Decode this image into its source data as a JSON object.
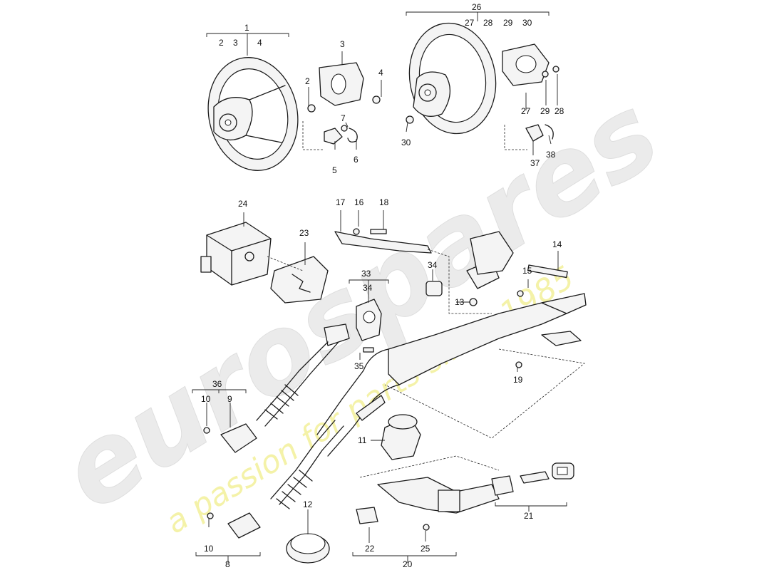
{
  "watermark": {
    "brand": "eurospares",
    "tagline": "a passion for parts since 1985",
    "brand_color": "#e8e8e8",
    "tagline_color": "#f2f0a0"
  },
  "callouts": {
    "n1": "1",
    "n2a": "2",
    "n3a": "3",
    "n4a": "4",
    "n3b": "3",
    "n2b": "2",
    "n4b": "4",
    "n7": "7",
    "n5": "5",
    "n6": "6",
    "n26": "26",
    "n27a": "27",
    "n28a": "28",
    "n29a": "29",
    "n30a": "30",
    "n27b": "27",
    "n29b": "29",
    "n28b": "28",
    "n30b": "30",
    "n37": "37",
    "n38": "38",
    "n24": "24",
    "n23": "23",
    "n17": "17",
    "n16": "16",
    "n18": "18",
    "n14": "14",
    "n15": "15",
    "n34a": "34",
    "n33": "33",
    "n34b": "34",
    "n13": "13",
    "n35": "35",
    "n19": "19",
    "n36": "36",
    "n10a": "10",
    "n9": "9",
    "n11": "11",
    "n12": "12",
    "n10b": "10",
    "n8": "8",
    "n21": "21",
    "n22": "22",
    "n25": "25",
    "n20": "20"
  }
}
